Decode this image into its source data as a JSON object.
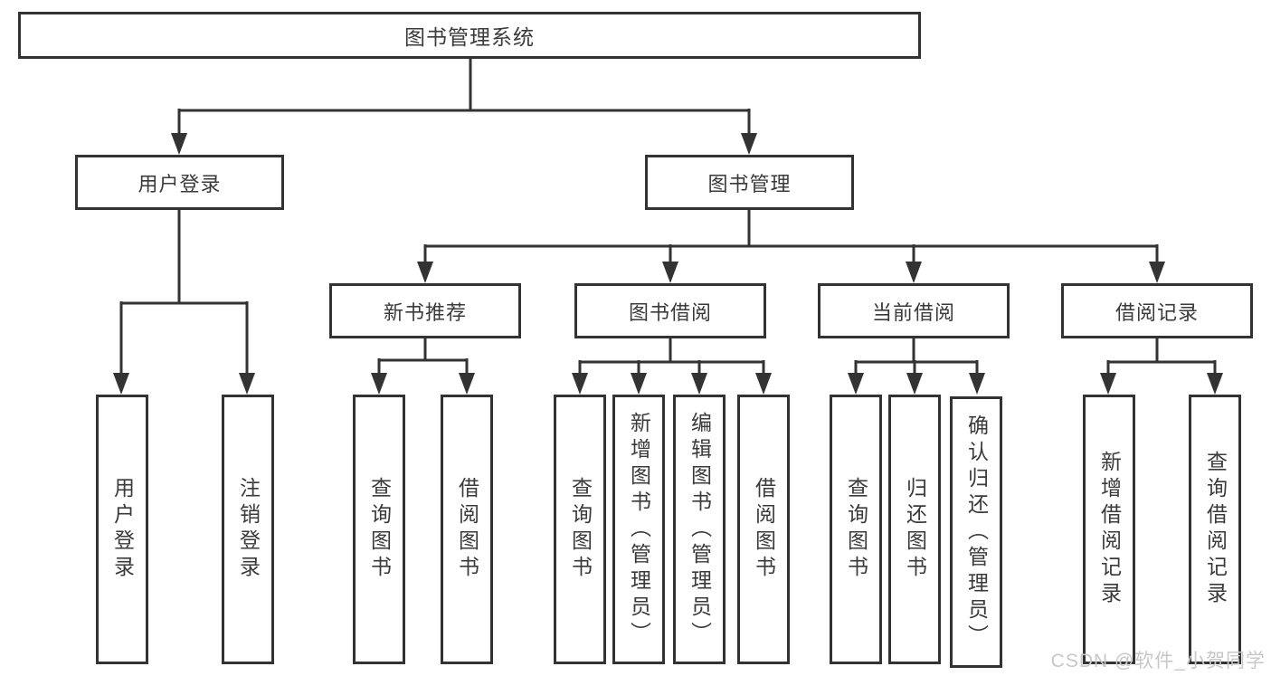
{
  "diagram": {
    "root": {
      "label": "图书管理系统"
    },
    "level2": {
      "user_login": {
        "label": "用户登录"
      },
      "book_mgmt": {
        "label": "图书管理"
      }
    },
    "level3": {
      "new_books": {
        "label": "新书推荐"
      },
      "book_borrow": {
        "label": "图书借阅"
      },
      "current_borrow": {
        "label": "当前借阅"
      },
      "borrow_records": {
        "label": "借阅记录"
      }
    },
    "leaves": {
      "user_login": [
        "用户登录",
        "注销登录"
      ],
      "new_books": [
        "查询图书",
        "借阅图书"
      ],
      "book_borrow": [
        "查询图书",
        "新增图书（管理员）",
        "编辑图书（管理员）",
        "借阅图书"
      ],
      "current_borrow": [
        "查询图书",
        "归还图书",
        "确认归还（管理员）"
      ],
      "borrow_records": [
        "新增借阅记录",
        "查询借阅记录"
      ]
    }
  },
  "watermark": {
    "text": "CSDN @软件_小贺同学",
    "color": "#c7c7c7"
  },
  "colors": {
    "line": "#333333",
    "border": "#333333",
    "text": "#3a3a3a",
    "background": "#ffffff"
  }
}
